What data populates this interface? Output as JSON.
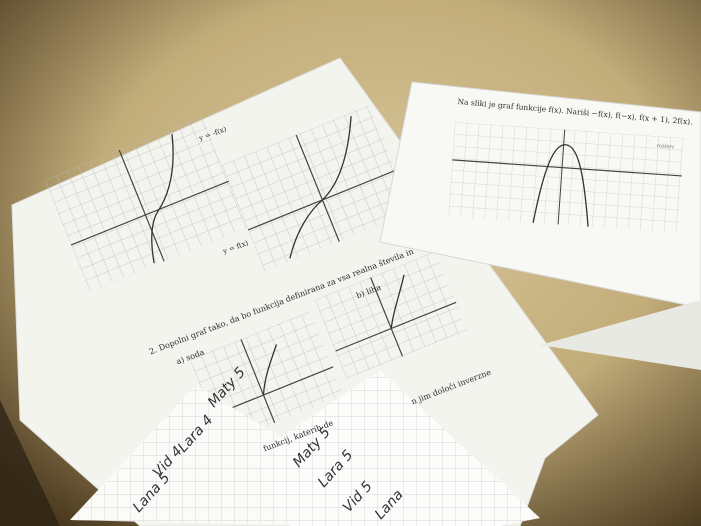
{
  "worksheet": {
    "graph_labels": [
      "y = -f(x)",
      "y = f(x)"
    ],
    "task_2": "2.  Dopolni graf tako, da bo funkcija definirana za vsa realna števila in",
    "option_a": "a) soda",
    "option_b": "b) liha",
    "task_3_start": "funkcij, katerih de",
    "task_3_end": "n jim določi inverzne"
  },
  "right_sheet": {
    "instruction": "Na sliki je graf funkcije f(x). Nariši  −f(x), f(−x), f(x + 1), 2f(x).",
    "small_note": "rešitev"
  },
  "notes": {
    "left_paper": [
      "Maty 5",
      "Lara 4",
      "Vid 4",
      "Lana 5"
    ],
    "right_paper": [
      "Maty 5",
      "Lara 5",
      "Vid 5",
      "Lana"
    ]
  },
  "colors": {
    "wall": "#5f4a27",
    "desk": "#cdb98a",
    "paper": "#f6f6f2",
    "grid": "#b9b9b9",
    "ink": "#2b2b2b"
  }
}
